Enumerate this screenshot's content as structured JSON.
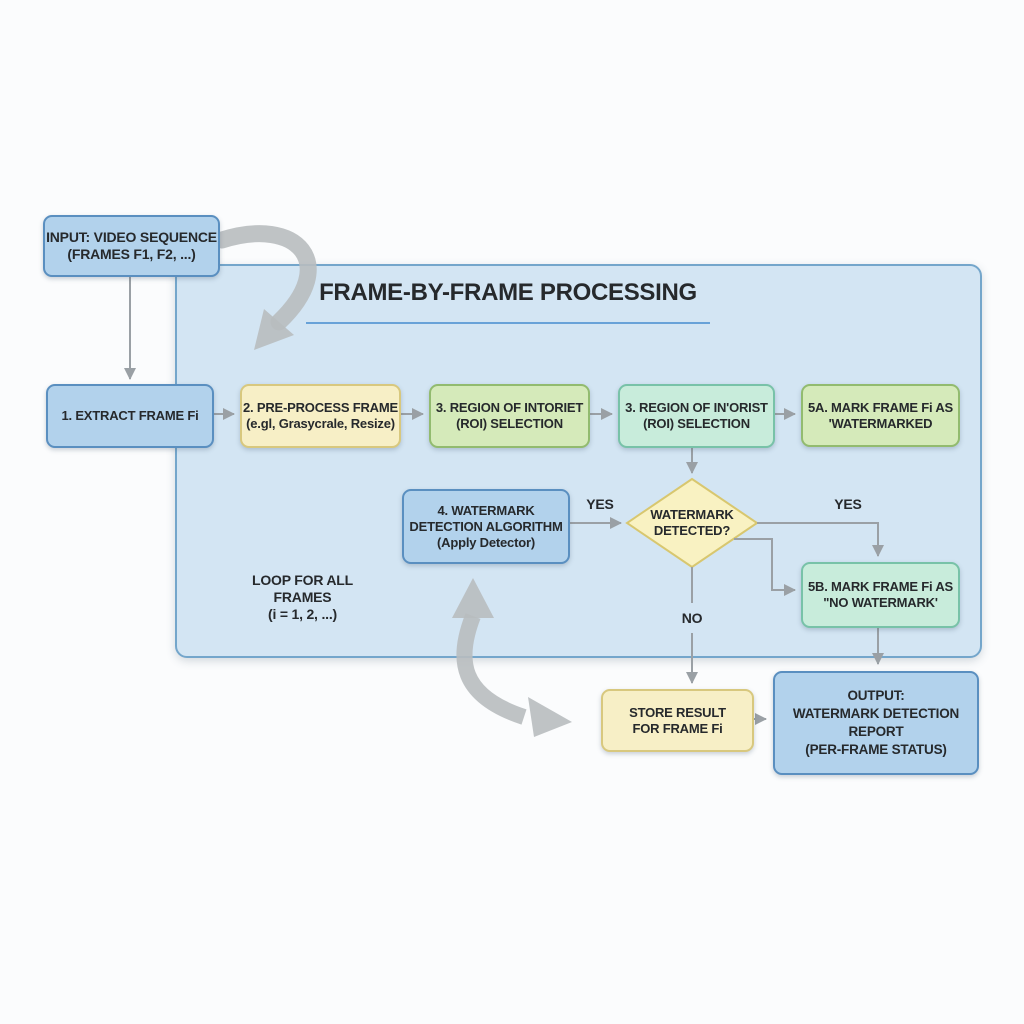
{
  "palette": {
    "page_bg": "#fbfcfd",
    "container_fill": "#d3e5f3",
    "container_border": "#74a6cb",
    "blue_fill": "#b2d2ec",
    "blue_border": "#5a8fc0",
    "yellow_fill": "#f7efc6",
    "yellow_border": "#d8c87e",
    "green_fill": "#d5eaba",
    "green_border": "#92bb6f",
    "mint_fill": "#c8ecdb",
    "mint_border": "#78c2a8",
    "diamond_fill": "#f9f2c2",
    "diamond_border": "#d8c76f",
    "arrow": "#9aa0a5",
    "deco_arrow": "#b8bcbf",
    "text": "#26292c",
    "title_underline": "#68a2d8"
  },
  "title": "FRAME-BY-FRAME PROCESSING",
  "nodes": {
    "input": {
      "lines": [
        "INPUT: VIDEO SEQUENCE",
        "(FRAMES F1, F2, ...)"
      ]
    },
    "extract": {
      "lines": [
        "1. EXTRACT FRAME Fi"
      ]
    },
    "preprocess": {
      "lines": [
        "2. PRE-PROCESS FRAME",
        "(e.gl, Grasycrale, Resize)"
      ]
    },
    "roi_1": {
      "lines": [
        "3. REGION OF INTORIET",
        "(ROI) SELECTION"
      ]
    },
    "roi_2": {
      "lines": [
        "3. REGION OF IN'ORIST",
        "(ROI) SELECTION"
      ]
    },
    "mark_watermarked": {
      "lines": [
        "5A. MARK FRAME Fi AS",
        "'WATERMARKED"
      ]
    },
    "detection_algorithm": {
      "lines": [
        "4. WATERMARK",
        "DETECTION ALGORITHM",
        "(Apply Detector)"
      ]
    },
    "decision": {
      "lines": [
        "WATERMARK",
        "DETECTED?"
      ]
    },
    "mark_no_watermark": {
      "lines": [
        "5B. MARK FRAME Fi AS",
        "\"NO WATERMARK'"
      ]
    },
    "store_result": {
      "lines": [
        "STORE RESULT",
        "FOR FRAME Fi"
      ]
    },
    "output": {
      "lines": [
        "OUTPUT:",
        "WATERMARK DETECTION REPORT",
        "(PER-FRAME STATUS)"
      ]
    }
  },
  "annotations": {
    "loop": {
      "lines": [
        "LOOP FOR ALL FRAMES",
        "(i = 1, 2, ...)"
      ]
    },
    "yes_left": "YES",
    "yes_right": "YES",
    "no": "NO"
  }
}
